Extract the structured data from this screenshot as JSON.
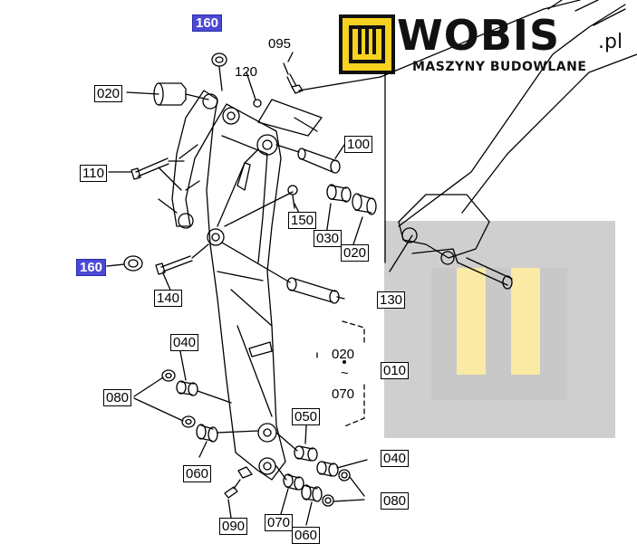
{
  "brand": {
    "name": "WOBIS",
    "tld": ".pl",
    "tagline": "MASZYNY BUDOWLANE",
    "logo_color": "#f7d21e",
    "logo_icon": "w-logo-icon"
  },
  "watermark": {
    "color": "#c9c9c9",
    "accent": "#fbe9a6"
  },
  "parts": {
    "p160a": "160",
    "p160b": "160",
    "p095": "095",
    "p120": "120",
    "p020a": "020",
    "p100": "100",
    "p110": "110",
    "p150": "150",
    "p030": "030",
    "p020b": "020",
    "p140": "140",
    "p130": "130",
    "p040a": "040",
    "p010": "010",
    "p080a": "080",
    "p050": "050",
    "p040b": "040",
    "p060a": "060",
    "p080b": "080",
    "p070": "070",
    "p060b": "060",
    "p090": "090"
  },
  "range_note": {
    "from": "020",
    "sep": "~",
    "to": "070"
  }
}
